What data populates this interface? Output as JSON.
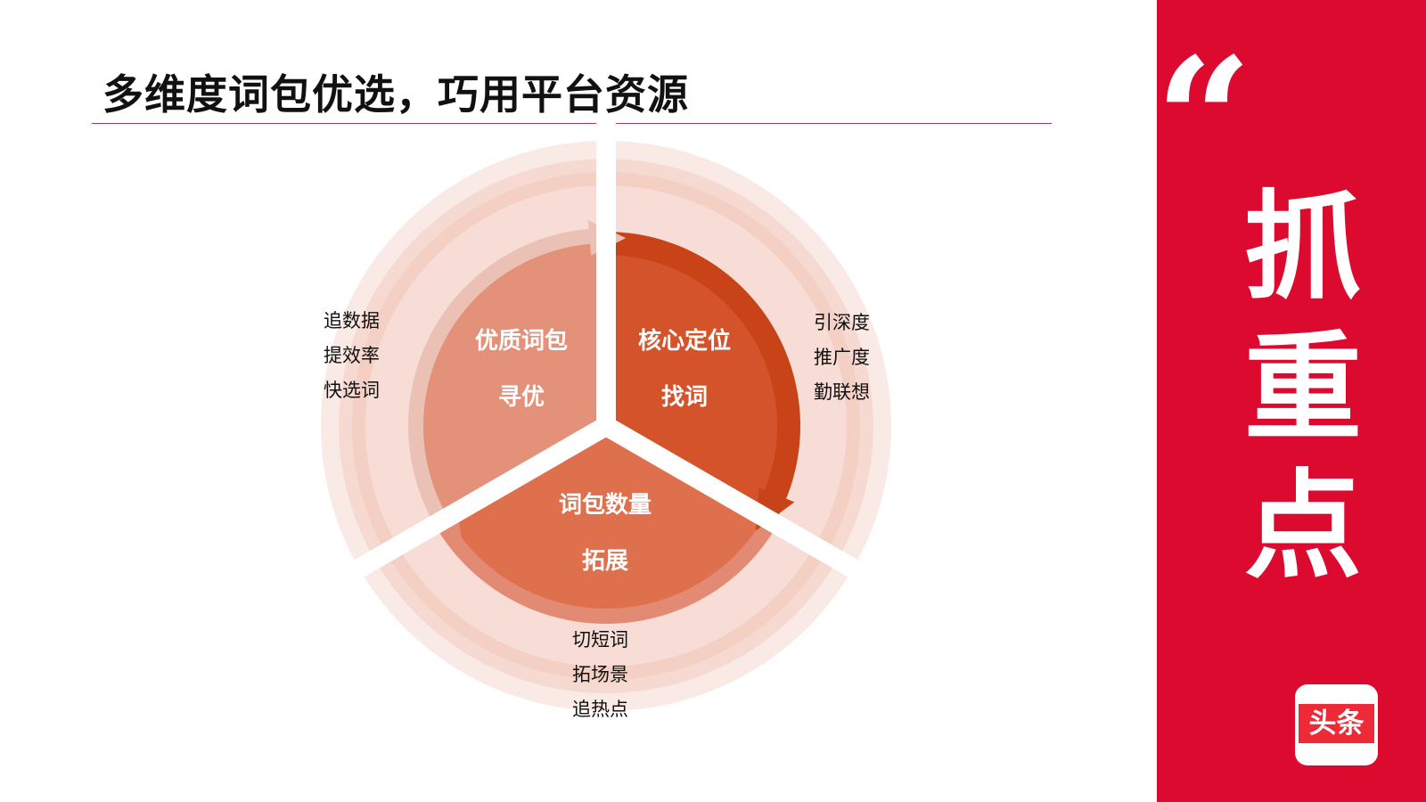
{
  "title": "多维度词包优选，巧用平台资源",
  "colors": {
    "accent_red": "#dc0a2e",
    "segment_core": "#d5532b",
    "segment_quality": "#e4917a",
    "segment_expand": "#df704e",
    "ring": "#f6d9d0"
  },
  "diagram": {
    "segments": [
      {
        "line1": "核心定位",
        "line2": "找词",
        "notes": [
          "引深度",
          "推广度",
          "勤联想"
        ]
      },
      {
        "line1": "词包数量",
        "line2": "拓展",
        "notes": [
          "切短词",
          "拓场景",
          "追热点"
        ]
      },
      {
        "line1": "优质词包",
        "line2": "寻优",
        "notes": [
          "追数据",
          "提效率",
          "快选词"
        ]
      }
    ]
  },
  "panel": {
    "quote": "“",
    "chars": [
      "抓",
      "重",
      "点"
    ],
    "logo_text": "头条"
  }
}
